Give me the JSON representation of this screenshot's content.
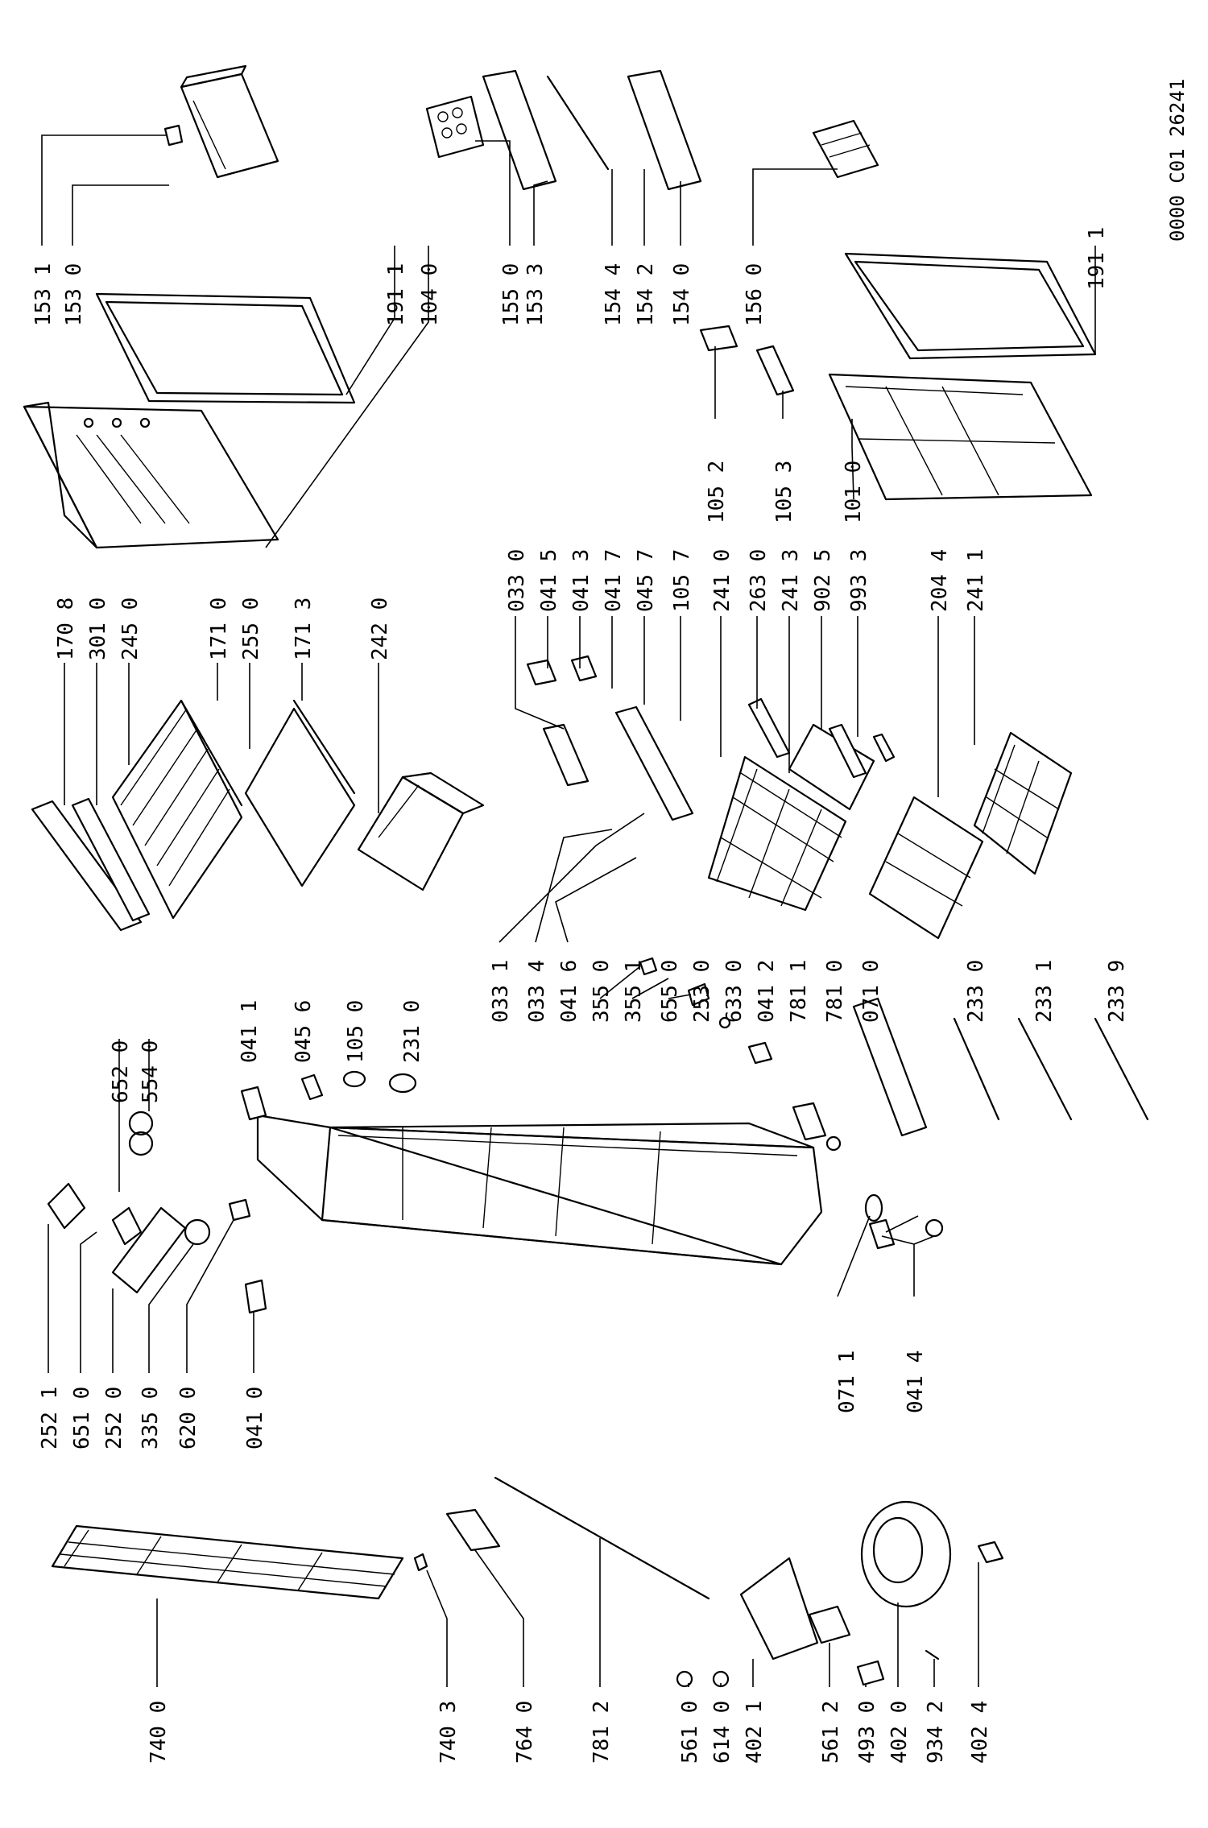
{
  "document_code": "0000 C01 26241",
  "parts": [
    {
      "id": "p1531",
      "label": "153 1"
    },
    {
      "id": "p1530",
      "label": "153 0"
    },
    {
      "id": "p1911a",
      "label": "191 1"
    },
    {
      "id": "p1040",
      "label": "104 0"
    },
    {
      "id": "p1550",
      "label": "155 0"
    },
    {
      "id": "p1533",
      "label": "153 3"
    },
    {
      "id": "p1544",
      "label": "154 4"
    },
    {
      "id": "p1542",
      "label": "154 2"
    },
    {
      "id": "p1540",
      "label": "154 0"
    },
    {
      "id": "p1560",
      "label": "156 0"
    },
    {
      "id": "p1911b",
      "label": "191 1"
    },
    {
      "id": "p1052",
      "label": "105 2"
    },
    {
      "id": "p1053",
      "label": "105 3"
    },
    {
      "id": "p1010",
      "label": "101 0"
    },
    {
      "id": "p1708",
      "label": "170 8"
    },
    {
      "id": "p3010",
      "label": "301 0"
    },
    {
      "id": "p2450",
      "label": "245 0"
    },
    {
      "id": "p1710",
      "label": "171 0"
    },
    {
      "id": "p2550",
      "label": "255 0"
    },
    {
      "id": "p1713",
      "label": "171 3"
    },
    {
      "id": "p2420",
      "label": "242 0"
    },
    {
      "id": "p0330",
      "label": "033 0"
    },
    {
      "id": "p0415",
      "label": "041 5"
    },
    {
      "id": "p0413",
      "label": "041 3"
    },
    {
      "id": "p0417",
      "label": "041 7"
    },
    {
      "id": "p0457",
      "label": "045 7"
    },
    {
      "id": "p1057",
      "label": "105 7"
    },
    {
      "id": "p2410",
      "label": "241 0"
    },
    {
      "id": "p2630",
      "label": "263 0"
    },
    {
      "id": "p2413",
      "label": "241 3"
    },
    {
      "id": "p9025",
      "label": "902 5"
    },
    {
      "id": "p9933",
      "label": "993 3"
    },
    {
      "id": "p2044",
      "label": "204 4"
    },
    {
      "id": "p2411",
      "label": "241 1"
    },
    {
      "id": "p0331",
      "label": "033 1"
    },
    {
      "id": "p0334",
      "label": "033 4"
    },
    {
      "id": "p0416",
      "label": "041 6"
    },
    {
      "id": "p3550",
      "label": "355 0"
    },
    {
      "id": "p3551",
      "label": "355 1"
    },
    {
      "id": "p6550",
      "label": "655 0"
    },
    {
      "id": "p2530",
      "label": "253 0"
    },
    {
      "id": "p6330",
      "label": "633 0"
    },
    {
      "id": "p0412",
      "label": "041 2"
    },
    {
      "id": "p7811",
      "label": "781 1"
    },
    {
      "id": "p7810",
      "label": "781 0"
    },
    {
      "id": "p0710",
      "label": "071 0"
    },
    {
      "id": "p2330",
      "label": "233 0"
    },
    {
      "id": "p2331",
      "label": "233 1"
    },
    {
      "id": "p2339",
      "label": "233 9"
    },
    {
      "id": "p6520",
      "label": "652 0"
    },
    {
      "id": "p5540",
      "label": "554 0"
    },
    {
      "id": "p0411",
      "label": "041 1"
    },
    {
      "id": "p0456",
      "label": "045 6"
    },
    {
      "id": "p1050",
      "label": "105 0"
    },
    {
      "id": "p2310",
      "label": "231 0"
    },
    {
      "id": "p2521",
      "label": "252 1"
    },
    {
      "id": "p6510",
      "label": "651 0"
    },
    {
      "id": "p2520",
      "label": "252 0"
    },
    {
      "id": "p3350",
      "label": "335 0"
    },
    {
      "id": "p6200",
      "label": "620 0"
    },
    {
      "id": "p0410",
      "label": "041 0"
    },
    {
      "id": "p0711",
      "label": "071 1"
    },
    {
      "id": "p0414",
      "label": "041 4"
    },
    {
      "id": "p7400",
      "label": "740 0"
    },
    {
      "id": "p7403",
      "label": "740 3"
    },
    {
      "id": "p7640",
      "label": "764 0"
    },
    {
      "id": "p7812",
      "label": "781 2"
    },
    {
      "id": "p5610",
      "label": "561 0"
    },
    {
      "id": "p6140",
      "label": "614 0"
    },
    {
      "id": "p4021",
      "label": "402 1"
    },
    {
      "id": "p5612",
      "label": "561 2"
    },
    {
      "id": "p4930",
      "label": "493 0"
    },
    {
      "id": "p4020",
      "label": "402 0"
    },
    {
      "id": "p9342",
      "label": "934 2"
    },
    {
      "id": "p4024",
      "label": "402 4"
    }
  ]
}
